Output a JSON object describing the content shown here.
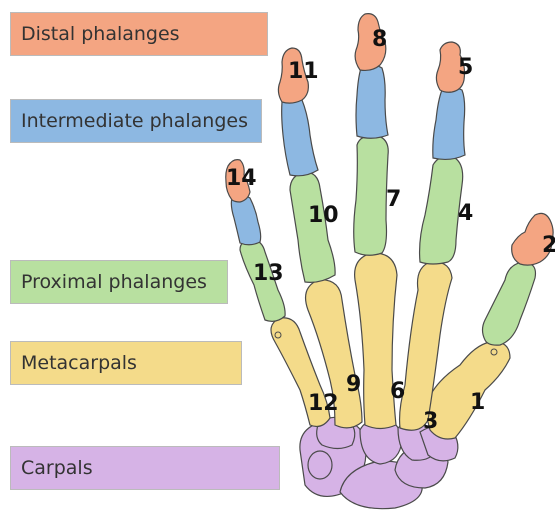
{
  "legend": [
    {
      "key": "distal",
      "label": "Distal phalanges",
      "color": "#F4A582"
    },
    {
      "key": "intermediate",
      "label": "Intermediate phalanges",
      "color": "#8DB8E2"
    },
    {
      "key": "proximal",
      "label": "Proximal phalanges",
      "color": "#B8E0A0"
    },
    {
      "key": "metacarpals",
      "label": "Metacarpals",
      "color": "#F4DB8A"
    },
    {
      "key": "carpals",
      "label": "Carpals",
      "color": "#D6B3E6"
    }
  ],
  "numbers": [
    "1",
    "2",
    "3",
    "4",
    "5",
    "6",
    "7",
    "8",
    "9",
    "10",
    "11",
    "12",
    "13",
    "14"
  ]
}
